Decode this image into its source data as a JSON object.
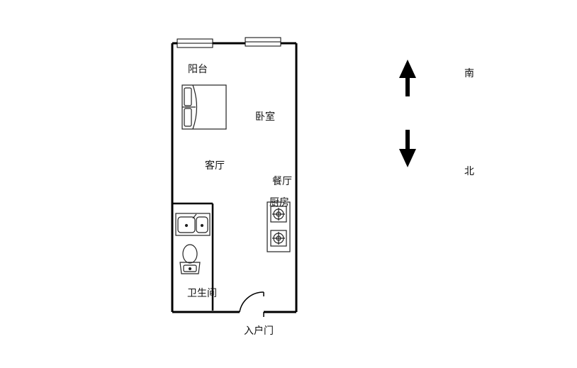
{
  "rooms": {
    "balcony": "阳台",
    "bedroom": "卧室",
    "living_room": "客厅",
    "dining_room": "餐厅",
    "kitchen": "厨房",
    "bathroom": "卫生间",
    "entrance": "入户门"
  },
  "compass": {
    "south": "南",
    "north": "北"
  },
  "colors": {
    "wall": "#000000",
    "fixture": "#333333",
    "window_fill": "#ffffff"
  }
}
